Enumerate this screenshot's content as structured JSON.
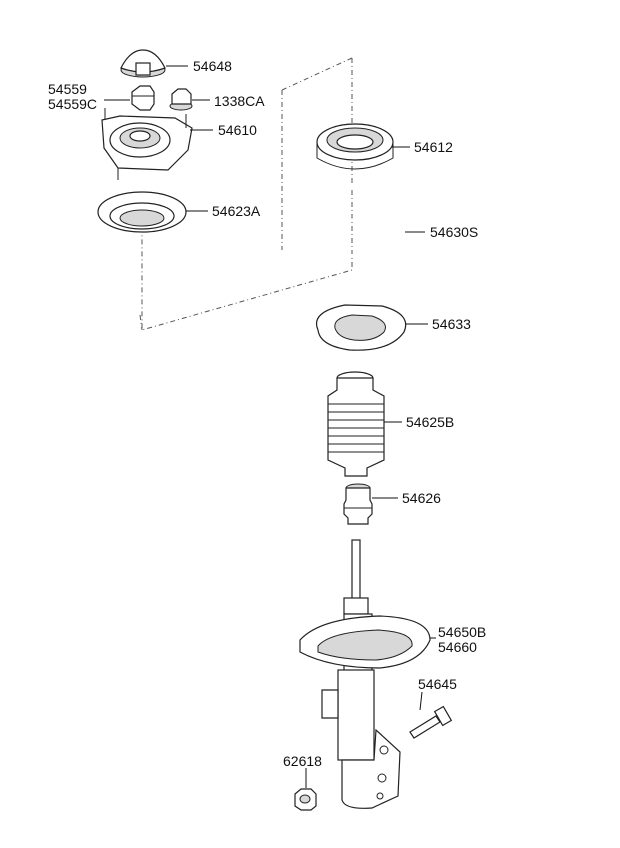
{
  "labels": {
    "p54648": "54648",
    "p54559": "54559",
    "p54559c": "54559C",
    "p1338ca": "1338CA",
    "p54610": "54610",
    "p54623a": "54623A",
    "p54612": "54612",
    "p54630s": "54630S",
    "p54633": "54633",
    "p54625b": "54625B",
    "p54626": "54626",
    "p54650b": "54650B",
    "p54660": "54660",
    "p54645": "54645",
    "p62618": "62618"
  }
}
